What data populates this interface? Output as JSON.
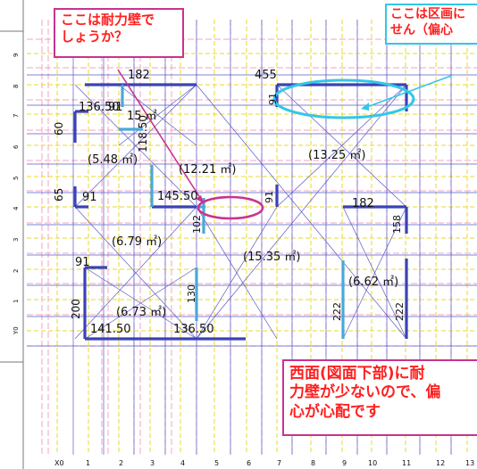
{
  "callouts": {
    "top_left": "ここは耐力壁で\nしょうか？",
    "top_right": "ここは区画に\nせん（偏心",
    "bottom_right": "西面(図面下部)に耐\n力壁が少ないので、偏\n心が心配です"
  },
  "row_labels": [
    "9",
    "8",
    "7",
    "6",
    "5",
    "4",
    "3",
    "2",
    "1",
    "Y0"
  ],
  "column_labels": [
    "X0",
    "1",
    "2",
    "3",
    "4",
    "5",
    "6",
    "7",
    "8",
    "9",
    "10",
    "11",
    "12",
    "13"
  ],
  "wall_lengths": [
    "182",
    "455",
    "136.50",
    "91",
    "91",
    "60",
    "118.50",
    "65",
    "91",
    "145.50",
    "102",
    "91",
    "182",
    "158",
    "91",
    "200",
    "130",
    "141.50",
    "136.50",
    "222",
    "222"
  ],
  "room_areas": [
    "15 ㎡",
    "(5.48 ㎡)",
    "(12.21 ㎡)",
    "(13.25 ㎡)",
    "(6.79 ㎡)",
    "(15.35 ㎡)",
    "(6.62 ㎡)",
    "(6.73 ㎡)"
  ],
  "colors": {
    "grid_pink": "#f0a6c0",
    "grid_yellow": "#e8d82a",
    "grid_blue": "#5a5ac8",
    "wall_dark": "#3a43b4",
    "wall_light": "#4aa8d8",
    "callout_pink": "#c8338f",
    "callout_cyan": "#33c6e8",
    "callout_text": "#ff1f1f"
  }
}
